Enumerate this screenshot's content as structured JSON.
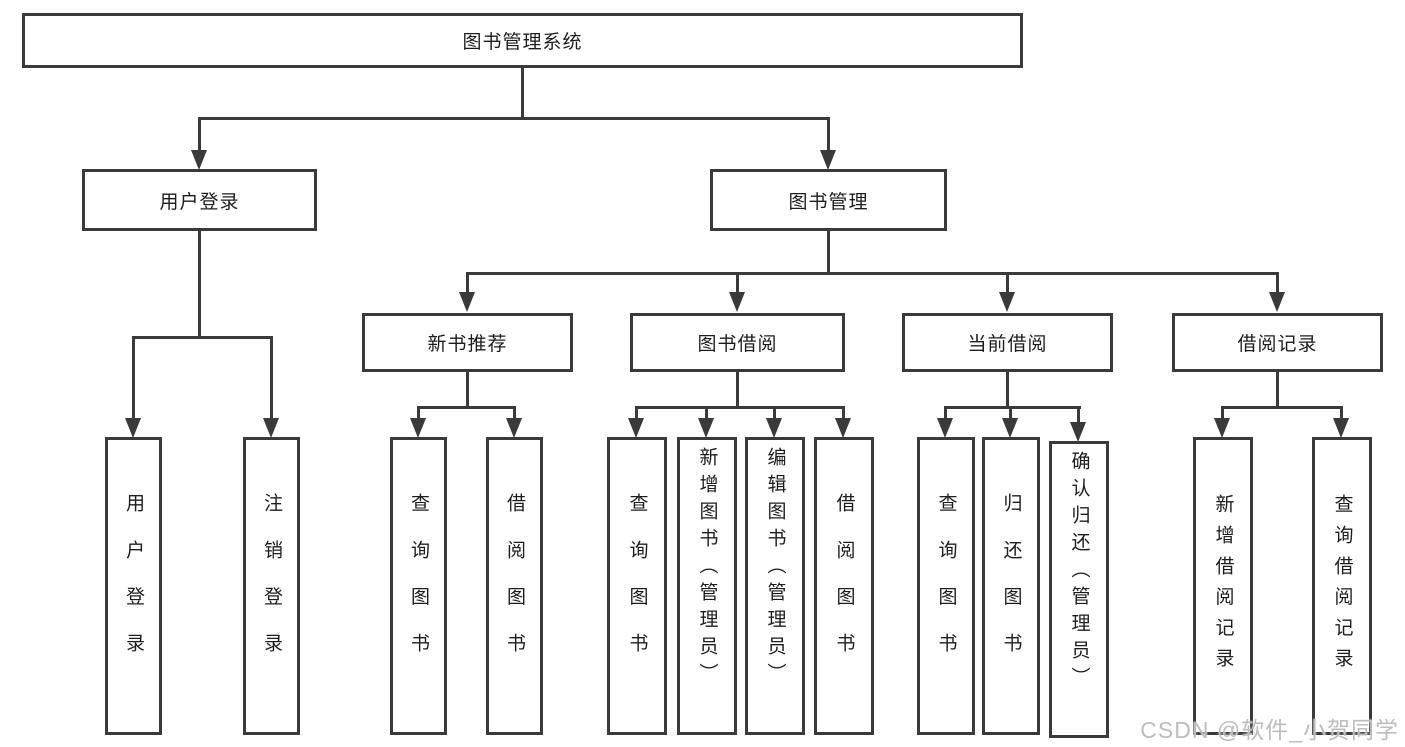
{
  "colors": {
    "background": "#ffffff",
    "line": "#3a3a3a",
    "text": "#1d1d1d",
    "watermark": "#bdbdbd"
  },
  "watermark": {
    "text": "CSDN @软件_小贺同学"
  },
  "diagram": {
    "root": {
      "label": "图书管理系统"
    },
    "level2": {
      "user_login": {
        "label": "用户登录"
      },
      "book_mgmt": {
        "label": "图书管理"
      }
    },
    "level3": {
      "new_book_rec": {
        "label": "新书推荐"
      },
      "book_borrow": {
        "label": "图书借阅"
      },
      "current_borrow": {
        "label": "当前借阅"
      },
      "borrow_records": {
        "label": "借阅记录"
      }
    },
    "leaves": {
      "user_login": {
        "label": "用户登录"
      },
      "logout": {
        "label": "注销登录"
      },
      "rec_query_book": {
        "label": "查询图书"
      },
      "rec_borrow_book": {
        "label": "借阅图书"
      },
      "bb_query_book": {
        "label": "查询图书"
      },
      "bb_add_book": {
        "label": "新增图书（管理员）"
      },
      "bb_edit_book": {
        "label": "编辑图书（管理员）"
      },
      "bb_borrow_book": {
        "label": "借阅图书"
      },
      "cb_query_book": {
        "label": "查询图书"
      },
      "cb_return_book": {
        "label": "归还图书"
      },
      "cb_confirm_return": {
        "label": "确认归还（管理员）"
      },
      "br_add_record": {
        "label": "新增借阅记录"
      },
      "br_query_record": {
        "label": "查询借阅记录"
      }
    }
  }
}
